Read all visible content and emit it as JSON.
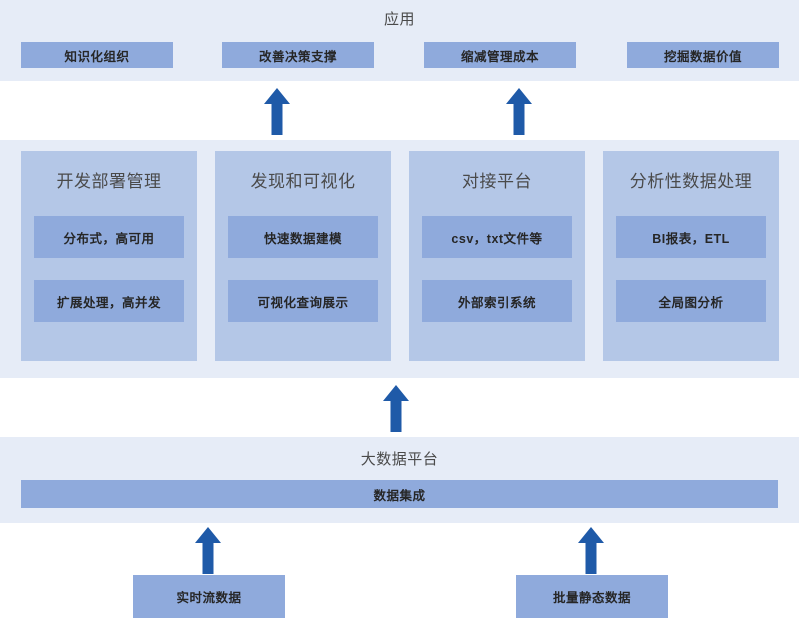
{
  "sections": {
    "application": {
      "title": "应用",
      "boxes": [
        {
          "label": "知识化组织"
        },
        {
          "label": "改善决策支撑"
        },
        {
          "label": "缩减管理成本"
        },
        {
          "label": "挖掘数据价值"
        }
      ]
    },
    "capabilities": {
      "panels": [
        {
          "title": "开发部署管理",
          "items": [
            "分布式，高可用",
            "扩展处理，高并发"
          ]
        },
        {
          "title": "发现和可视化",
          "items": [
            "快速数据建模",
            "可视化查询展示"
          ]
        },
        {
          "title": "对接平台",
          "items": [
            "csv，txt文件等",
            "外部索引系统"
          ]
        },
        {
          "title": "分析性数据处理",
          "items": [
            "BI报表，ETL",
            "全局图分析"
          ]
        }
      ]
    },
    "platform": {
      "title": "大数据平台",
      "integration_label": "数据集成"
    },
    "sources": {
      "boxes": [
        {
          "label": "实时流数据"
        },
        {
          "label": "批量静态数据"
        }
      ]
    }
  },
  "arrows": {
    "icon": "arrow-up-icon",
    "color": "#1f5aa8",
    "count": 5,
    "direction": "up"
  },
  "colors": {
    "band_background": "#e6ecf7",
    "panel_background": "#b4c7e7",
    "box_fill": "#8faadc",
    "arrow": "#1f5aa8",
    "title_text": "#4a4a4a",
    "box_text": "#262626",
    "page_background": "#ffffff"
  }
}
